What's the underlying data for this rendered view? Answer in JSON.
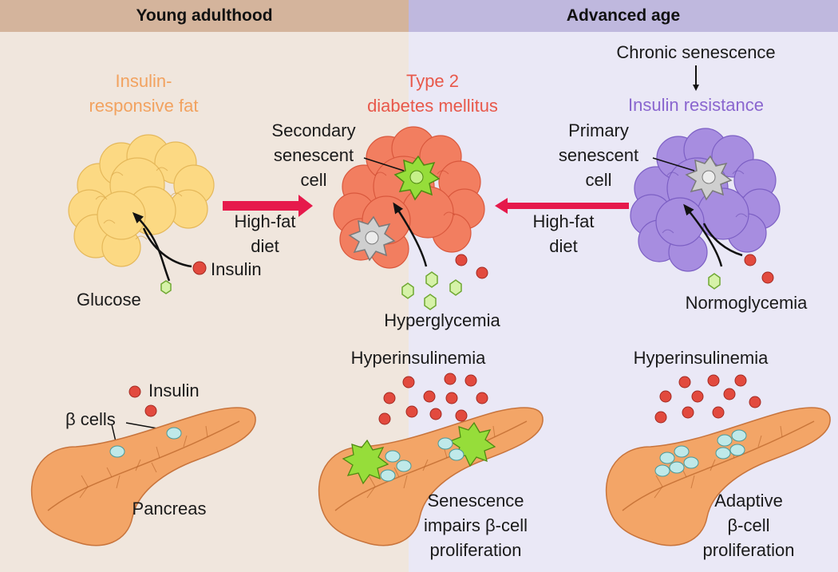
{
  "headers": {
    "left": "Young adulthood",
    "right": "Advanced age"
  },
  "labels": {
    "insulin_responsive_fat": "Insulin-\nresponsive fat",
    "type2_diabetes": "Type 2\ndiabetes mellitus",
    "chronic_senescence": "Chronic senescence",
    "insulin_resistance": "Insulin resistance",
    "secondary_senescent_cell": "Secondary\nsenescent\ncell",
    "primary_senescent_cell": "Primary\nsenescent\ncell",
    "high_fat_diet_left": "High-fat\ndiet",
    "high_fat_diet_right": "High-fat\ndiet",
    "insulin_fat": "Insulin",
    "glucose": "Glucose",
    "hyperglycemia": "Hyperglycemia",
    "normoglycemia": "Normoglycemia",
    "hyperinsulinemia_middle": "Hyperinsulinemia",
    "hyperinsulinemia_right": "Hyperinsulinemia",
    "insulin_pancreas": "Insulin",
    "beta_cells": "β cells",
    "pancreas": "Pancreas",
    "senescence_impairs": "Senescence\nimpairs β-cell\nproliferation",
    "adaptive_proliferation": "Adaptive\nβ-cell\nproliferation"
  },
  "colors": {
    "left_panel_bg": "#f0e6dd",
    "right_panel_bg": "#eae8f6",
    "left_header_bg": "#d4b49c",
    "right_header_bg": "#bfb8de",
    "healthy_fat": "#fcd983",
    "diabetic_fat": "#f27e60",
    "resistant_fat": "#a78de0",
    "insulin_fat_label": "#f2a25f",
    "diabetes_label": "#e8584a",
    "resistance_label": "#8a66cf",
    "arrow_red": "#e6194b",
    "insulin_dot": "#e24a3e",
    "glucose_hex": "#d6f2a8",
    "senescent_green": "#96dd3a",
    "senescent_gray": "#cfcfcf",
    "beta_cell": "#bfe9e9",
    "pancreas": "#f3a567"
  }
}
